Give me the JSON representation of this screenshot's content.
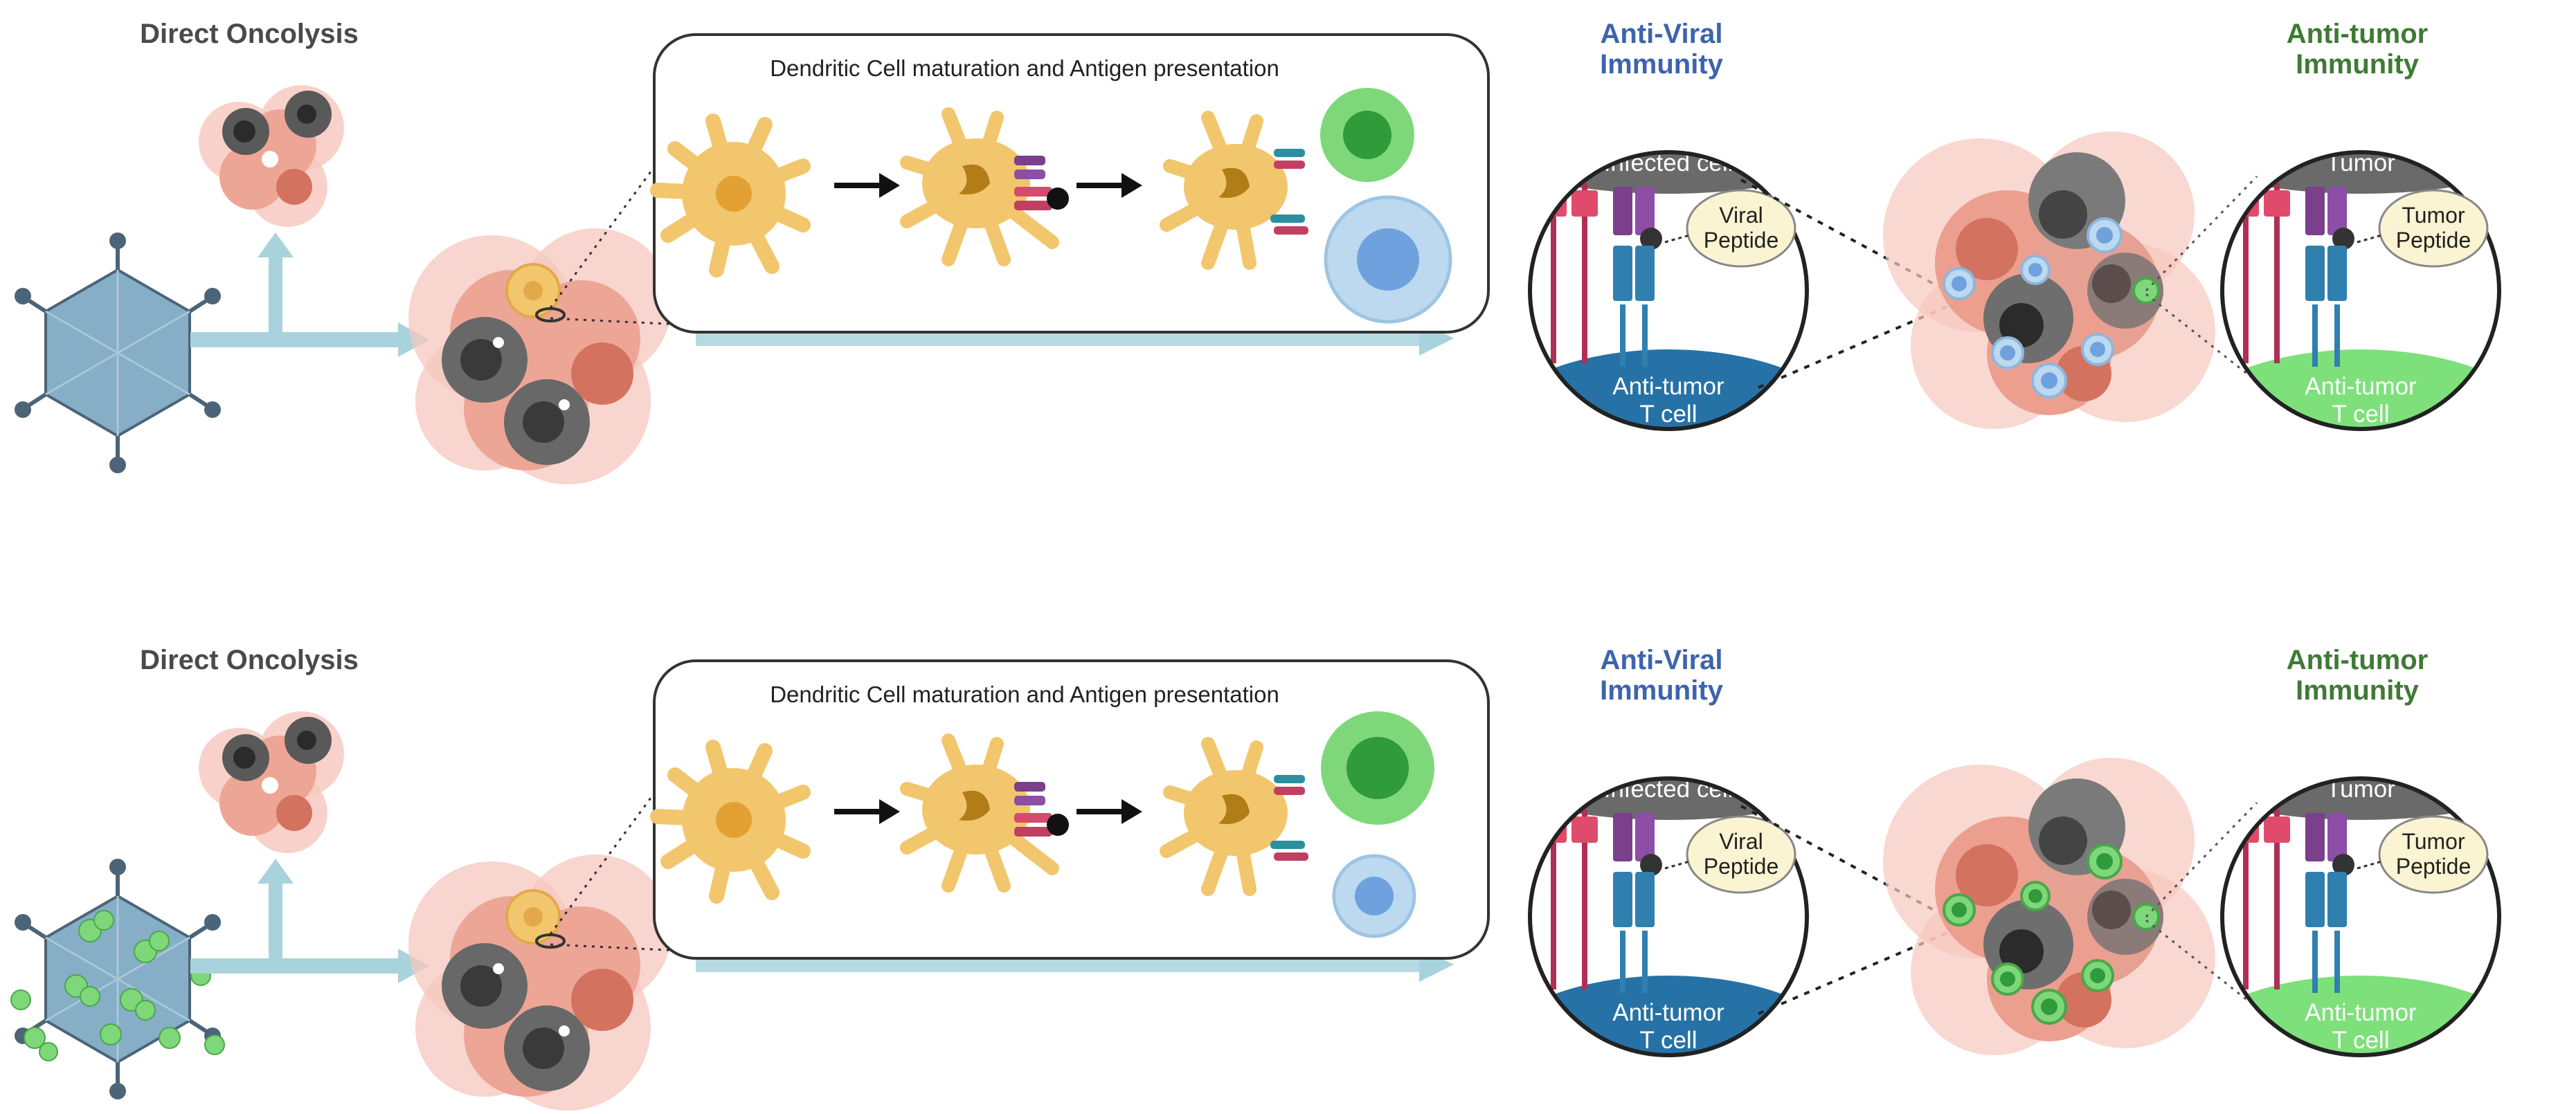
{
  "panels": [
    {
      "direct_oncolysis": "Direct Oncolysis",
      "dc_caption": "Dendritic Cell maturation and  Antigen presentation",
      "antiviral_title": [
        "Anti-Viral",
        "Immunity"
      ],
      "antitumor_title": [
        "Anti-tumor",
        "Immunity"
      ],
      "left_circle": {
        "top_label": "Infected cell",
        "peptide": [
          "Viral",
          "Peptide"
        ],
        "bottom_label": [
          "Anti-tumor",
          "T cell"
        ]
      },
      "right_circle": {
        "top_label": "Tumor",
        "peptide": [
          "Tumor",
          "Peptide"
        ],
        "bottom_label": [
          "Anti-tumor",
          "T cell"
        ]
      },
      "virus_armed": false
    },
    {
      "direct_oncolysis": "Direct Oncolysis",
      "dc_caption": "Dendritic Cell maturation and  Antigen presentation",
      "antiviral_title": [
        "Anti-Viral",
        "Immunity"
      ],
      "antitumor_title": [
        "Anti-tumor",
        "Immunity"
      ],
      "left_circle": {
        "top_label": "Infected cell",
        "peptide": [
          "Viral",
          "Peptide"
        ],
        "bottom_label": [
          "Anti-tumor",
          "T cell"
        ]
      },
      "right_circle": {
        "top_label": "Tumor",
        "peptide": [
          "Tumor",
          "Peptide"
        ],
        "bottom_label": [
          "Anti-tumor",
          "T cell"
        ]
      },
      "virus_armed": true
    }
  ],
  "colors": {
    "oncolysis_label": "#4a4a4a",
    "antiviral": "#3d64ad",
    "antitumor": "#3f7a35",
    "arrow": "#a9d3dc",
    "dendritic_cell": "#f2c66d",
    "tumor_tissue": "#e89a8c",
    "t_cell_blue": "#2f7faf",
    "t_cell_green": "#7ed87a",
    "infected_gray": "#6e6e6e",
    "peptide_bubble": "#fbf4d2"
  },
  "icons": [
    "virus-capsid-icon",
    "tumor-cell-cluster-icon",
    "dendritic-cell-icon",
    "t-cell-icon",
    "mhc-receptor-icon"
  ]
}
